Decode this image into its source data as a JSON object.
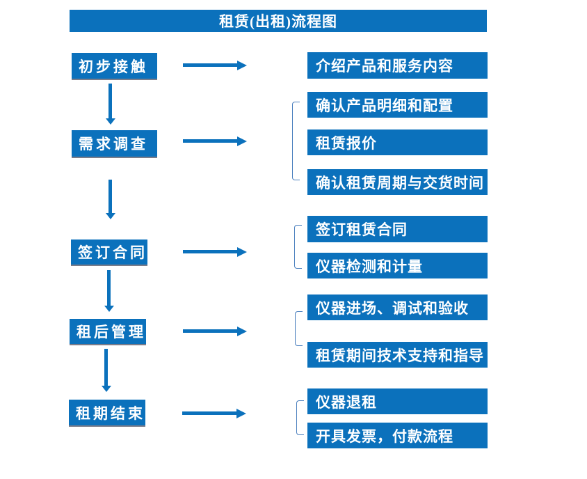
{
  "title": "租赁(出租)流程图",
  "colors": {
    "primary_blue": "#0b71bc",
    "bracket_blue": "#4a7fbe",
    "text": "#ffffff",
    "background": "#ffffff"
  },
  "steps": [
    {
      "label": "初步接触",
      "details": [
        "介绍产品和服务内容"
      ]
    },
    {
      "label": "需求调查",
      "details": [
        "确认产品明细和配置",
        "租赁报价",
        "确认租赁周期与交货时间"
      ]
    },
    {
      "label": "签订合同",
      "details": [
        "签订租赁合同",
        "仪器检测和计量"
      ]
    },
    {
      "label": "租后管理",
      "details": [
        "仪器进场、调试和验收",
        "租赁期间技术支持和指导"
      ]
    },
    {
      "label": "租期结束",
      "details": [
        "仪器退租",
        "开具发票，付款流程"
      ]
    }
  ]
}
